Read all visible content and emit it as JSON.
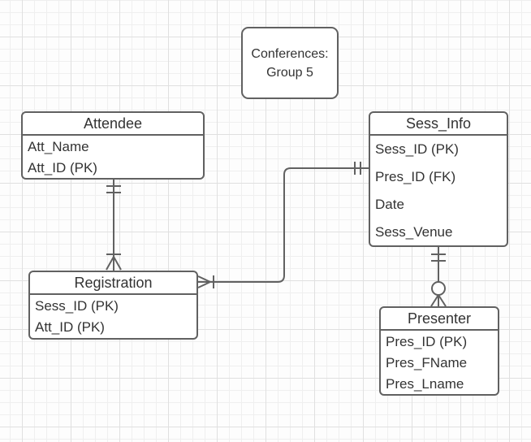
{
  "note": {
    "line1": "Conferences:",
    "line2": "Group 5"
  },
  "entities": [
    {
      "id": "attendee",
      "title": "Attendee",
      "fields": [
        "Att_Name",
        "Att_ID (PK)"
      ]
    },
    {
      "id": "sess_info",
      "title": "Sess_Info",
      "fields": [
        "Sess_ID (PK)",
        "Pres_ID (FK)",
        "Date",
        "Sess_Venue"
      ]
    },
    {
      "id": "registration",
      "title": "Registration",
      "fields": [
        "Sess_ID (PK)",
        "Att_ID (PK)"
      ]
    },
    {
      "id": "presenter",
      "title": "Presenter",
      "fields": [
        "Pres_ID (PK)",
        "Pres_FName",
        "Pres_Lname"
      ]
    }
  ],
  "relationships": [
    {
      "from": "Attendee",
      "to": "Registration",
      "from_cardinality": "one-and-only-one",
      "to_cardinality": "one-or-many"
    },
    {
      "from": "Registration",
      "to": "Sess_Info",
      "from_cardinality": "one-or-many",
      "to_cardinality": "one-and-only-one"
    },
    {
      "from": "Sess_Info",
      "to": "Presenter",
      "from_cardinality": "one-and-only-one",
      "to_cardinality": "zero-or-many"
    }
  ],
  "colors": {
    "stroke": "#616161",
    "text": "#333333",
    "shape_fill": "#ffffff",
    "grid_minor": "#efefef",
    "grid_major": "#e0e0e0",
    "background": "#fdfdfd"
  }
}
